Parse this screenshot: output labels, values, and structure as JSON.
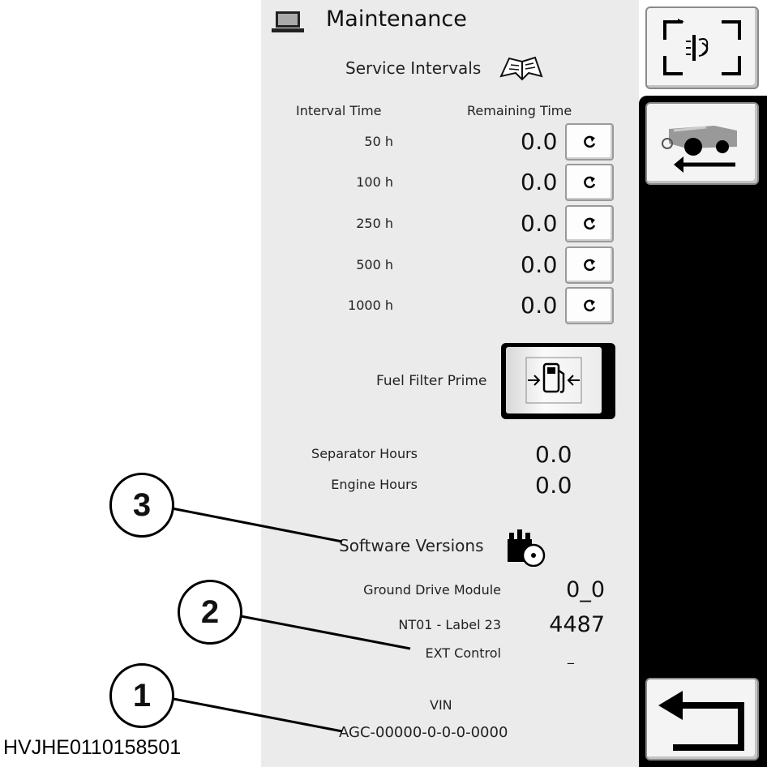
{
  "header": {
    "title": "Maintenance",
    "icon": "laptop-icon"
  },
  "service_intervals": {
    "title": "Service Intervals",
    "col_interval": "Interval Time",
    "col_remaining": "Remaining Time",
    "rows": [
      {
        "interval": "50 h",
        "remaining": "0.0"
      },
      {
        "interval": "100 h",
        "remaining": "0.0"
      },
      {
        "interval": "250 h",
        "remaining": "0.0"
      },
      {
        "interval": "500 h",
        "remaining": "0.0"
      },
      {
        "interval": "1000 h",
        "remaining": "0.0"
      }
    ]
  },
  "fuel_filter": {
    "label": "Fuel Filter Prime"
  },
  "hours": {
    "separator_label": "Separator Hours",
    "separator_value": "0.0",
    "engine_label": "Engine Hours",
    "engine_value": "0.0"
  },
  "software": {
    "title": "Software Versions",
    "rows": [
      {
        "label": "Ground Drive Module",
        "value": "0_0"
      },
      {
        "label": "NT01 - Label 23",
        "value": "4487"
      },
      {
        "label": "EXT Control",
        "value": "_"
      }
    ]
  },
  "vin": {
    "label": "VIN",
    "value": "AGC-00000-0-0-0-0000"
  },
  "callouts": {
    "one": "1",
    "two": "2",
    "three": "3"
  },
  "figure_code": "HVJHE0110158501"
}
